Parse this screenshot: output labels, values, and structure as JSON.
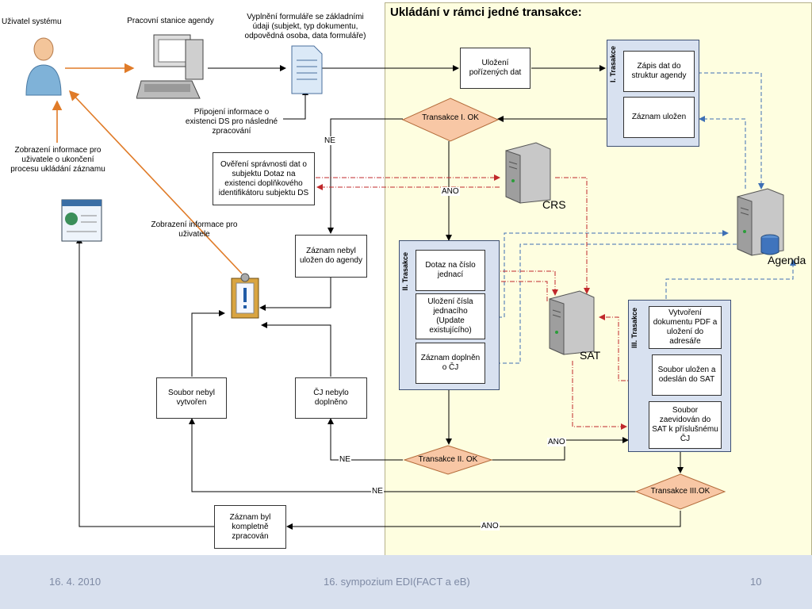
{
  "diagram": {
    "heading": "Ukládání v rámci jedné transakce:",
    "actors": {
      "user": "Uživatel systému",
      "workstation": "Pracovní stanice agendy",
      "form_fill": "Vyplnění formuláře se základními údaji (subjekt, typ dokumentu, odpovědná osoba, data formuláře)",
      "attach_info": "Připojení informace o existenci DS pro následné zpracování",
      "display_end": "Zobrazení informace pro uživatele o ukončení procesu ukládání záznamu",
      "display_user": "Zobrazení informace pro uživatele"
    },
    "boxes": {
      "verify": "Ověření správnosti dat o subjektu Dotaz na existenci doplňkového identifikátoru subjektu DS",
      "save_data": "Uložení pořízených dat",
      "not_saved": "Záznam nebyl uložen do agendy",
      "file_not_created": "Soubor nebyl vytvořen",
      "cj_not_added": "ČJ nebylo doplněno",
      "complete": "Záznam byl kompletně zpracován"
    },
    "t1": {
      "label": "I. Trasakce",
      "items": [
        "Zápis dat do struktur agendy",
        "Záznam uložen"
      ]
    },
    "t2": {
      "label": "II. Trasakce",
      "items": [
        "Dotaz na číslo jednací",
        "Uložení čísla jednacího (Update existujícího)",
        "Záznam doplněn o ČJ"
      ]
    },
    "t3": {
      "label": "III. Trasakce",
      "items": [
        "Vytvoření dokumentu PDF a uložení do adresáře",
        "Soubor uložen a odeslán do SAT",
        "Soubor zaevidován do SAT k příslušnému ČJ"
      ]
    },
    "decisions": {
      "d1": "Transakce I. OK",
      "d2": "Transakce II. OK",
      "d3": "Transakce III.OK"
    },
    "servers": {
      "crs": "CRS",
      "sat": "SAT",
      "agenda": "Agenda"
    },
    "edge_labels": {
      "ne1": "NE",
      "ano1": "ANO",
      "ne2": "NE",
      "ano2": "ANO",
      "ne3": "NE",
      "ano3": "ANO"
    }
  },
  "footer": {
    "date": "16. 4. 2010",
    "event": "16. sympozium EDI(FACT a eB)",
    "page": "10"
  },
  "colors": {
    "panel": "#d8e1f0",
    "decision": "#f8c7a5",
    "arrow_orange": "#e07b28",
    "dash_blue": "#3d6fb5",
    "dash_red": "#c0282b",
    "footer_bg": "#d8e0ee"
  },
  "icons": [
    "user-icon",
    "computer-icon",
    "form-document-icon",
    "browser-window-icon",
    "clipboard-alert-icon",
    "server-icon",
    "database-icon"
  ]
}
